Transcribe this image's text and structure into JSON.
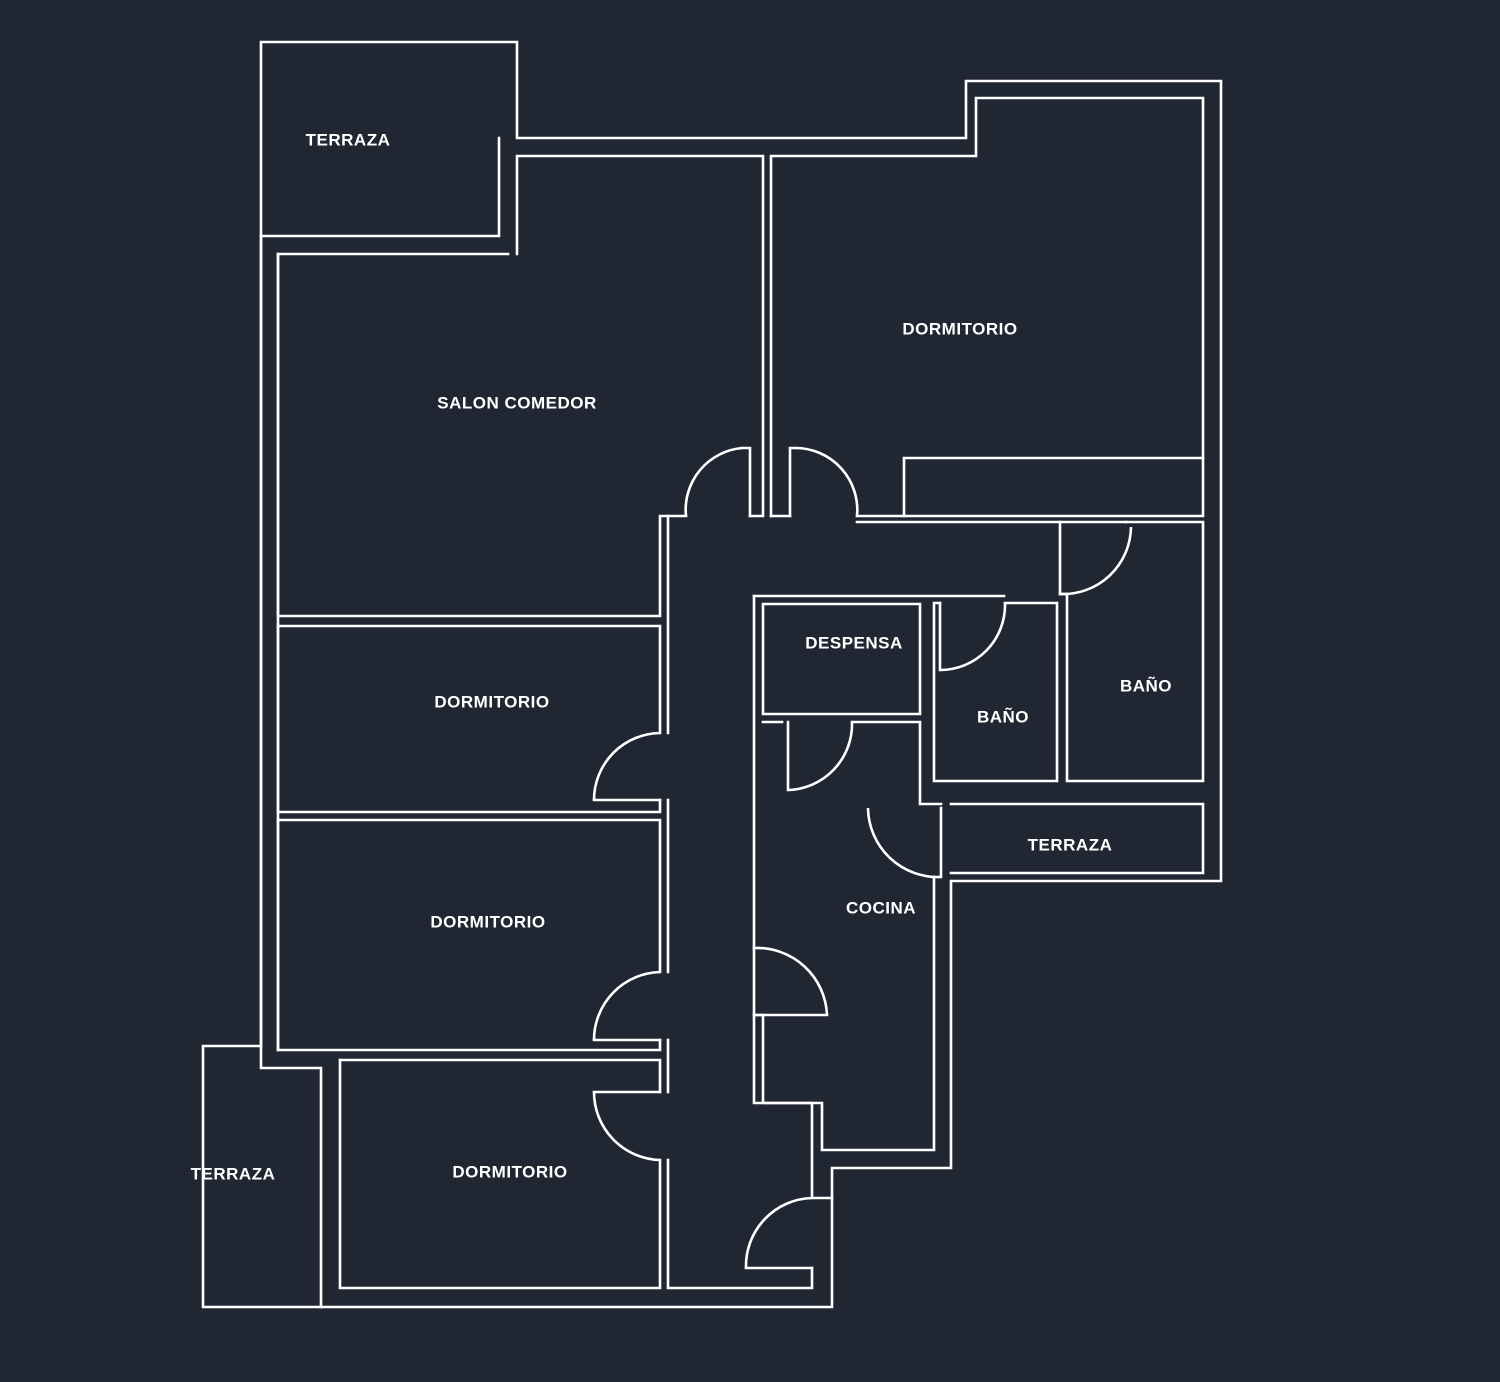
{
  "colors": {
    "background": "#212732",
    "lines": "#ffffff",
    "text": "#ffffff"
  },
  "rooms": {
    "terraza_top": "TERRAZA",
    "salon_comedor": "SALON COMEDOR",
    "dormitorio_top_right": "DORMITORIO",
    "dormitorio_left_1": "DORMITORIO",
    "dormitorio_left_2": "DORMITORIO",
    "dormitorio_left_3": "DORMITORIO",
    "despensa": "DESPENSA",
    "bano_small": "BAÑO",
    "bano_right": "BAÑO",
    "terraza_right": "TERRAZA",
    "cocina": "COCINA",
    "terraza_bottom_left": "TERRAZA"
  }
}
